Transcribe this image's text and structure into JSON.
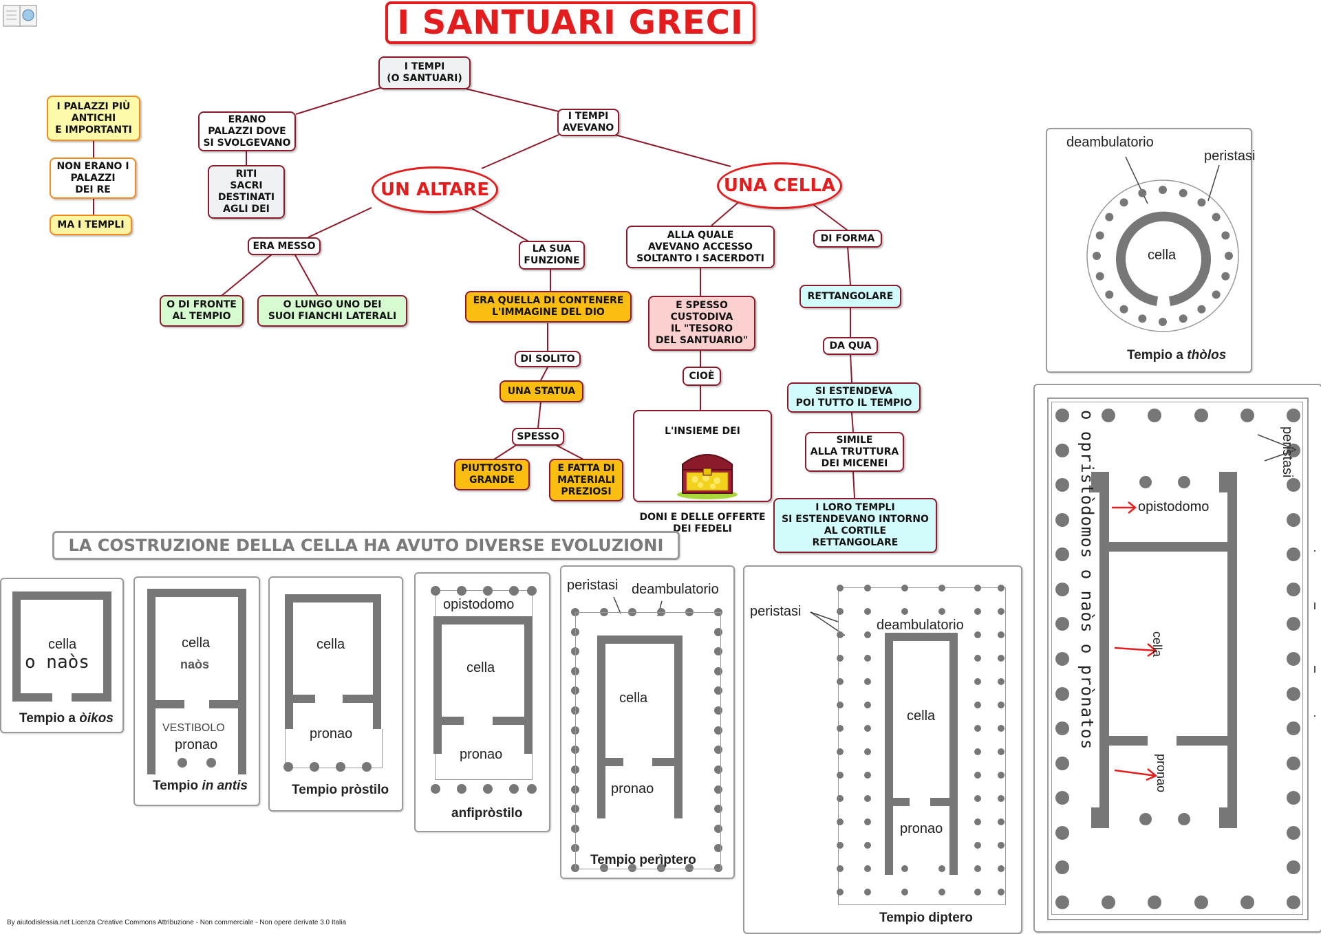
{
  "title": "I SANTUARI GRECI",
  "map": {
    "root": "I TEMPI\n(O SANTUARI)",
    "erano": "ERANO\nPALAZZI DOVE\nSI SVOLGEVANO",
    "riti": "RITI\nSACRI\nDESTINATI\nAGLI DEI",
    "avevano": "I TEMPI\nAVEVANO",
    "altare": "UN ALTARE",
    "cella": "UNA CELLA",
    "era_messo": "ERA MESSO",
    "di_fronte": "O DI FRONTE\nAL TEMPIO",
    "lungo": "O  LUNGO UNO DEI\nSUOI FIANCHI LATERALI",
    "funzione": "LA SUA\nFUNZIONE",
    "contenere": "ERA QUELLA DI CONTENERE\nL'IMMAGINE DEL DIO",
    "di_solito": "DI SOLITO",
    "statua": "UNA STATUA",
    "spesso": "SPESSO",
    "grande": "PIUTTOSTO\nGRANDE",
    "materiali": "E FATTA DI\nMATERIALI\nPREZIOSI",
    "accesso": "ALLA QUALE\nAVEVANO  ACCESSO\nSOLTANTO  I  SACERDOTI",
    "tesoro": "E SPESSO\nCUSTODIVA\nIL \"TESORO\nDEL SANTUARIO\"",
    "cioe": "CIOÈ",
    "insieme_top": "L'INSIEME DEI",
    "insieme_bottom": "DONI E DELLE OFFERTE\nDEI FEDELI",
    "forma": "DI FORMA",
    "rettangolare": "RETTANGOLARE",
    "da_qua": "DA QUA",
    "estendeva": "SI ESTENDEVA\nPOI TUTTO IL TEMPIO",
    "simile": "SIMILE\nALLA TRUTTURA\nDEI MICENEI",
    "templi": "I LORO TEMPLI\nSI ESTENDEVANO INTORNO\nAL CORTILE\nRETTANGOLARE"
  },
  "side": {
    "palazzi": "I PALAZZI PIÙ\nANTICHI\nE IMPORTANTI",
    "non_erano": "NON ERANO I\nPALAZZI\nDEI RE",
    "ma": "MA I TEMPLI"
  },
  "evolution_title": "LA COSTRUZIONE DELLA CELLA HA AVUTO  DIVERSE EVOLUZIONI",
  "plans": {
    "oikos": {
      "cella": "cella",
      "naos": "o naòs",
      "caption_pre": "Tempio a ",
      "caption_it": "òikos"
    },
    "antis": {
      "cella": "cella",
      "naos": "naòs",
      "vestibolo": "VESTIBOLO",
      "pronao": "pronao",
      "caption_pre": "Tempio ",
      "caption_it": "in antis"
    },
    "prostilo": {
      "cella": "cella",
      "pronao": "pronao",
      "caption": "Tempio pròstilo"
    },
    "anfiprostilo": {
      "opistodomo": "opistodomo",
      "cella": "cella",
      "pronao": "pronao",
      "caption": "anfipròstilo"
    },
    "periptero": {
      "peristasi": "peristasi",
      "deambulatorio": "deambulatorio",
      "cella": "cella",
      "pronao": "pronao",
      "caption": "Tempio perìptero"
    },
    "diptero": {
      "peristasi": "peristasi",
      "deambulatorio": "deambulatorio",
      "cella": "cella",
      "pronao": "pronao",
      "caption": "Tempio diptero"
    },
    "tholos": {
      "deambulatorio": "deambulatorio",
      "peristasi": "peristasi",
      "cella": "cella",
      "caption_pre": "Tempio a ",
      "caption_it": "thòlos"
    },
    "big": {
      "peristasi": "peristasi",
      "opistodomo": "opistodomo",
      "cella": "cella",
      "pronao": "pronao",
      "vertical": "o opristòdomos o naòs  o prònatos"
    }
  },
  "footer": "By aiutodislessia.net Licenza Creative Commons Attribuzione - Non commerciale - Non opere derivate 3.0 Italia"
}
